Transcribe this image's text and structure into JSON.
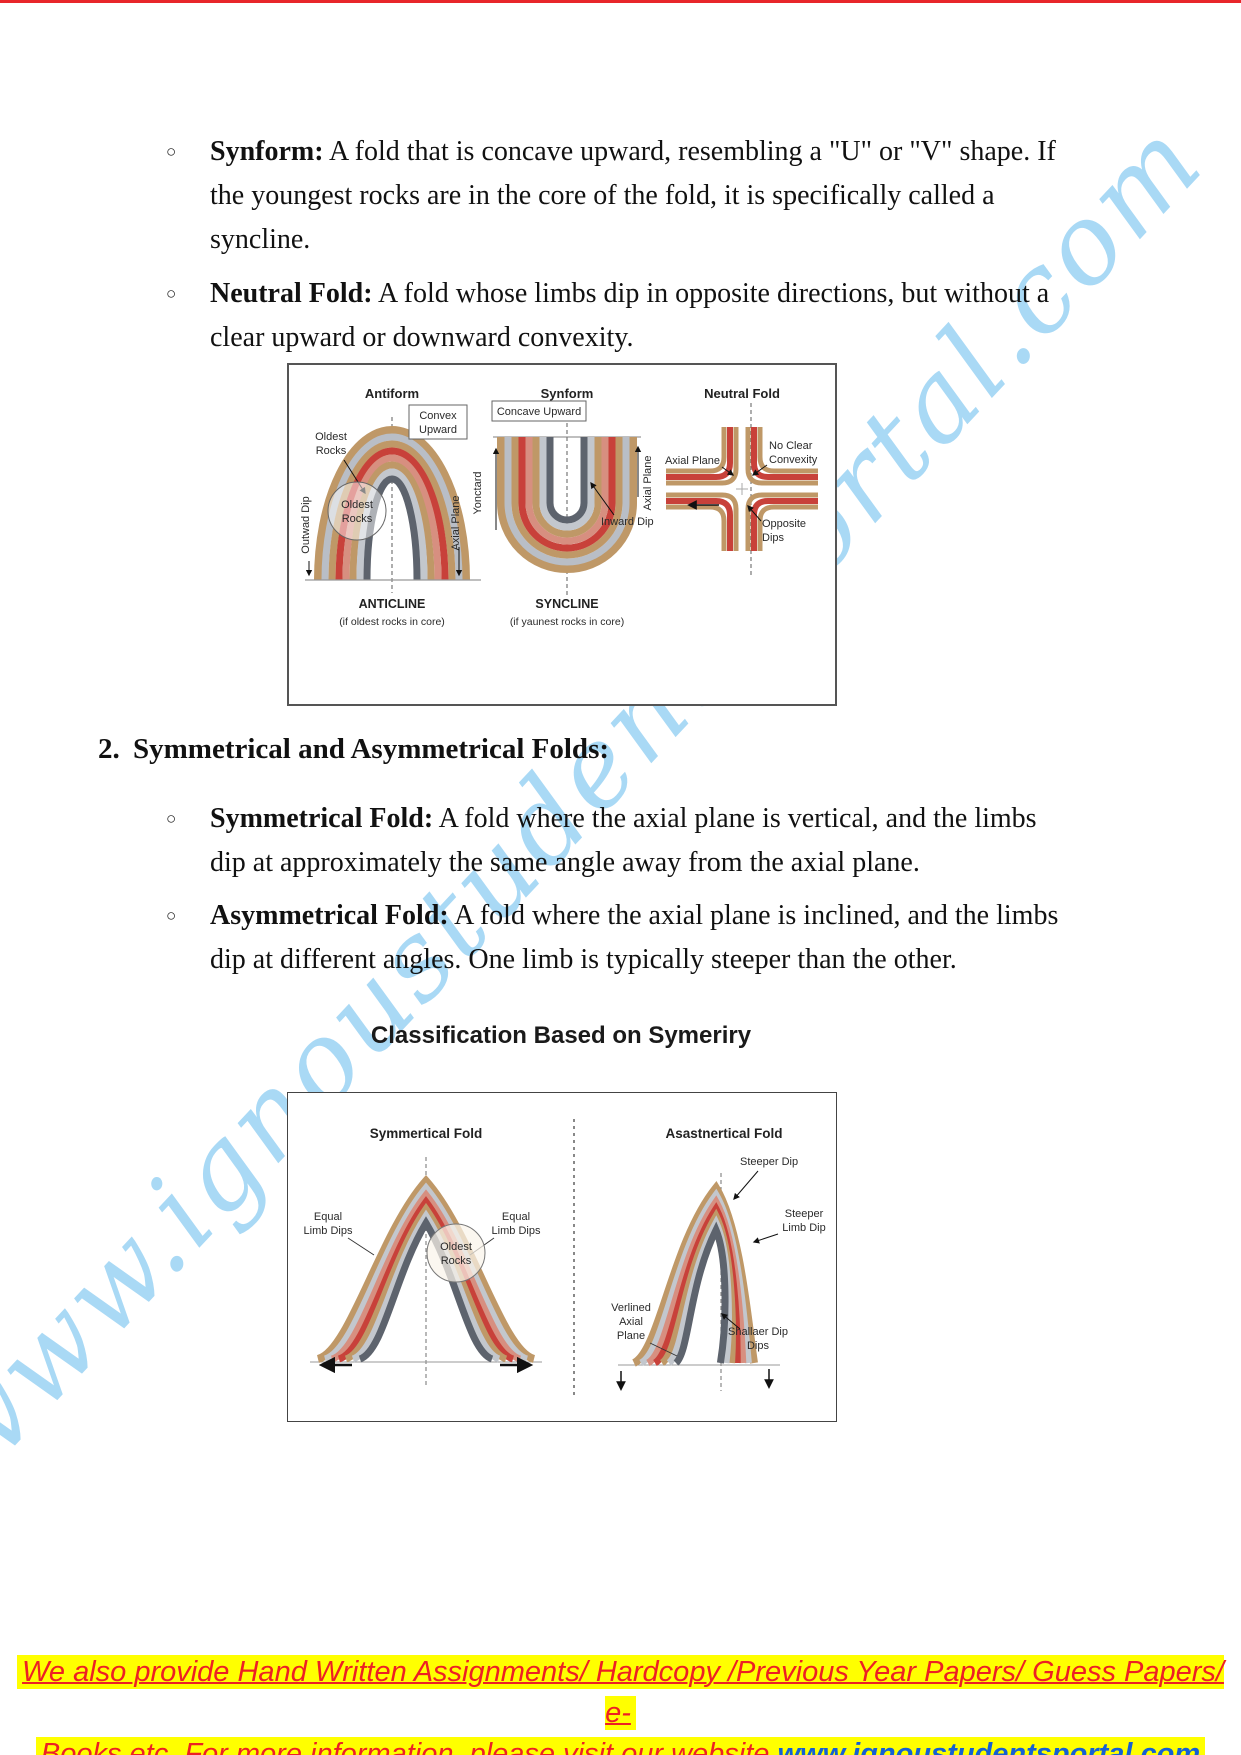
{
  "content": {
    "bullet_marker": "○",
    "bullets": [
      {
        "term": "Synform:",
        "text": " A fold that is concave upward, resembling a \"U\" or \"V\" shape. If the youngest rocks are in the core of the fold, it is specifically called a syncline."
      },
      {
        "term": "Neutral Fold:",
        "text": " A fold whose limbs dip in opposite directions, but without a clear upward or downward convexity."
      },
      {
        "term": "Symmetrical Fold:",
        "text": " A fold where the axial plane is vertical, and the limbs dip at approximately the same angle away from the axial plane."
      },
      {
        "term": "Asymmetrical Fold:",
        "text": " A fold where the axial plane is inclined, and the limbs dip at different angles. One limb is typically steeper than the other."
      }
    ],
    "heading2_num": "2.",
    "heading2": "Symmetrical and Asymmetrical Folds:"
  },
  "figure1": {
    "antiform": {
      "title": "Antiform",
      "convex1": "Convex",
      "convex2": "Upward",
      "oldest1": "Oldest",
      "oldest2": "Rocks",
      "circle1": "Oldest",
      "circle2": "Rocks",
      "outward_dip": "Outwad Dip",
      "axial_plane": "Axial Plane",
      "caption": "ANTICLINE",
      "caption_sub": "(if oldest rocks in core)"
    },
    "synform": {
      "title": "Synform",
      "concave": "Concave Upward",
      "left_label": "Yonctard",
      "axial_plane": "Axial Plane",
      "inward_dip": "Inward Dip",
      "caption": "SYNCLINE",
      "caption_sub": "(if yaunest rocks in core)"
    },
    "neutral": {
      "title": "Neutral Fold",
      "axial_plane": "Axial Plane",
      "noclear1": "No Clear",
      "noclear2": "Convexity",
      "opp1": "Opposite",
      "opp2": "Dips"
    }
  },
  "figure2": {
    "title": "Classification Based on Symeriry",
    "left": {
      "title": "Symmertical Fold",
      "eq_l1": "Equal",
      "eq_l2": "Limb Dips",
      "eq_r1": "Equal",
      "eq_r2": "Limb Dips",
      "circle1": "Oldest",
      "circle2": "Rocks"
    },
    "right": {
      "title": "Asastnertical Fold",
      "steeper_dip": "Steeper Dip",
      "sl1": "Steeper",
      "sl2": "Limb Dip",
      "ax1": "Verlined",
      "ax2": "Axial",
      "ax3": "Plane",
      "sh1": "Shallaer Dip",
      "sh2": "Dips"
    }
  },
  "watermark": "www.ignoustudentsportal.com",
  "footer": {
    "line1": "We also provide Hand Written Assignments/ Hardcopy /Previous Year Papers/ Guess Papers/ e-",
    "line2": "Books etc. For more information, please visit our website ",
    "link": "www.ignoustudentsportal.com"
  },
  "colors": {
    "footer_red": "#ed2024",
    "footer_highlight": "#ffff00",
    "link_blue": "#1560d4",
    "link_underline": "#2e8b8b",
    "watermark_blue": "#a5d7f5",
    "top_rule_red": "#e8262a",
    "fold_layers_outer_to_inner": [
      "#bf9867",
      "#b9bec6",
      "#bf9867",
      "#c8413a",
      "#d78f80",
      "#bf9867",
      "#c3c7cd",
      "#5d636d"
    ]
  }
}
